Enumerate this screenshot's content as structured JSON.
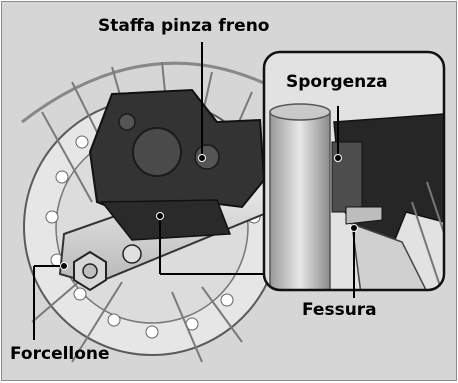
{
  "labels": {
    "caliper_bracket": "Staffa pinza freno",
    "protrusion": "Sporgenza",
    "gap": "Fessura",
    "swingarm": "Forcellone"
  },
  "colors": {
    "background": "#d6d6d6",
    "frame": "#8c8c8c",
    "inset_border": "#111111",
    "leader": "#000000"
  }
}
